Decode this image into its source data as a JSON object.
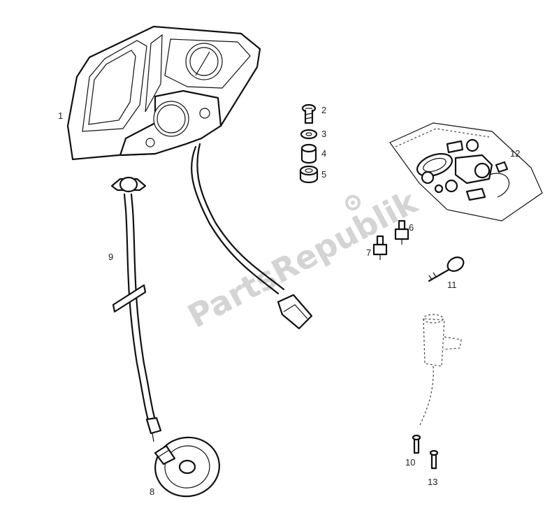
{
  "watermark": {
    "text": "PartsRepublik"
  },
  "callouts": [
    "1",
    "2",
    "3",
    "4",
    "5",
    "6",
    "7",
    "8",
    "9",
    "10",
    "11",
    "12",
    "13"
  ],
  "colors": {
    "line": "#111111",
    "watermark": "#d4d4d4",
    "background": "#ffffff"
  }
}
